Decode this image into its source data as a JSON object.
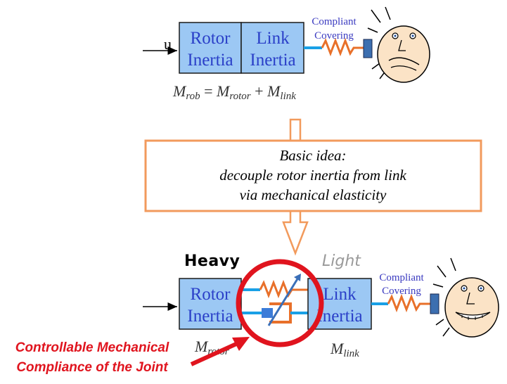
{
  "top": {
    "input_label": "u",
    "rotor_box": [
      "Rotor",
      "Inertia"
    ],
    "link_box": [
      "Link",
      "Inertia"
    ],
    "covering_label": [
      "Compliant",
      "Covering"
    ],
    "formula": {
      "lhs": "M",
      "lhs_sub": "rob",
      "eq": " = ",
      "m1": "M",
      "m1_sub": "rotor",
      "plus": " + ",
      "m2": "M",
      "m2_sub": "link"
    }
  },
  "idea": {
    "lines": [
      "Basic idea:",
      "decouple rotor inertia from link",
      "via mechanical elasticity"
    ]
  },
  "bottom": {
    "heavy_label": "Heavy",
    "light_label": "Light",
    "rotor_box": [
      "Rotor",
      "Inertia"
    ],
    "link_box": [
      "Link",
      "Inertia"
    ],
    "covering_label": [
      "Compliant",
      "Covering"
    ],
    "rotor_mass": {
      "m": "M",
      "sub": "rotor"
    },
    "link_mass": {
      "m": "M",
      "sub": "link"
    }
  },
  "callout": {
    "lines": [
      "Controllable Mechanical",
      "Compliance of the Joint"
    ]
  },
  "colors": {
    "box_fill": "#9cc8f4",
    "box_stroke": "#1a1a1a",
    "box_text": "#2a3fc8",
    "shaft": "#19a0e6",
    "spring": "#e8702a",
    "arrow_orange": "#f29a5c",
    "highlight_red": "#e0141e"
  }
}
